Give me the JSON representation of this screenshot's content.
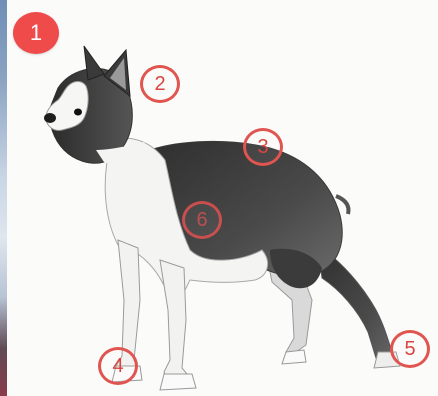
{
  "step_badge": {
    "label": "1",
    "color": "#ef4b4b"
  },
  "illustration": {
    "icon": "boston-terrier-standing-illustration-icon"
  },
  "callouts": [
    {
      "label": "2",
      "icon": "numbered-circle-icon"
    },
    {
      "label": "3",
      "icon": "numbered-circle-icon"
    },
    {
      "label": "4",
      "icon": "numbered-circle-icon"
    },
    {
      "label": "5",
      "icon": "numbered-circle-icon"
    },
    {
      "label": "6",
      "icon": "numbered-circle-icon"
    }
  ],
  "colors": {
    "callout_stroke": "#e0554f",
    "dog_dark": "#3a3a3a",
    "dog_light": "#f4f4f2"
  }
}
